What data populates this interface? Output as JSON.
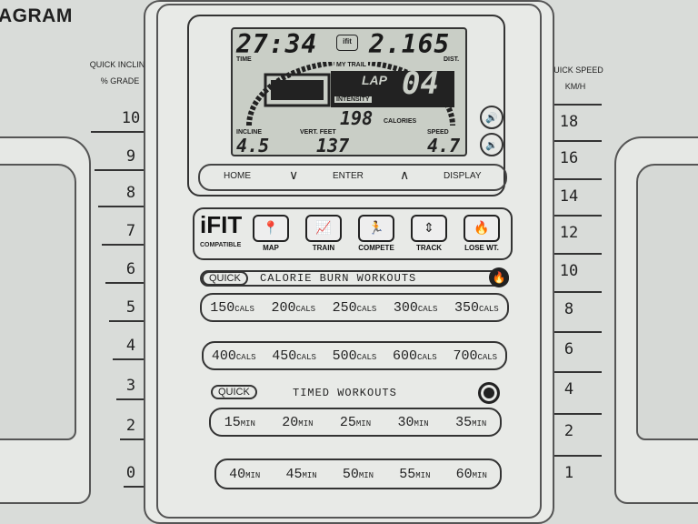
{
  "heading": "AGRAM",
  "background_text": [],
  "incline_scale": {
    "title": "QUICK INCLINE",
    "subtitle": "% GRADE",
    "values": [
      "10",
      "9",
      "8",
      "7",
      "6",
      "5",
      "4",
      "3",
      "2",
      "0"
    ]
  },
  "speed_scale": {
    "title": "QUICK SPEED",
    "subtitle": "KM/H",
    "values": [
      "18",
      "16",
      "14",
      "12",
      "10",
      "8",
      "6",
      "4",
      "2",
      "1"
    ]
  },
  "display": {
    "time": "27:34",
    "time_label": "TIME",
    "distance": "2.165",
    "distance_label": "DIST.",
    "logo": "ifit",
    "my_trail": "MY TRAIL",
    "lap_label": "LAP",
    "lap": "04",
    "intensity_label": "INTENSITY",
    "calories": "198",
    "calories_label": "CALORIES",
    "incline_label": "INCLINE",
    "incline": "4.5",
    "vert_feet_label": "VERT. FEET",
    "vert_feet": "137",
    "speed_label": "SPEED",
    "speed": "4.7"
  },
  "nav": {
    "home": "HOME",
    "down": "∨",
    "enter": "ENTER",
    "up": "∧",
    "display": "DISPLAY"
  },
  "ifit": {
    "logo": "iFIT",
    "compatible": "COMPATIBLE",
    "buttons": [
      {
        "label": "MAP",
        "icon": "map-pin-icon"
      },
      {
        "label": "TRAIN",
        "icon": "train-icon"
      },
      {
        "label": "COMPETE",
        "icon": "runner-icon"
      },
      {
        "label": "TRACK",
        "icon": "track-icon"
      },
      {
        "label": "LOSE WT.",
        "icon": "flame-icon"
      }
    ]
  },
  "calorie_workouts": {
    "quick": "QUICK",
    "title": "CALORIE BURN WORKOUTS",
    "unit": "CALS",
    "row1": [
      "150",
      "200",
      "250",
      "300",
      "350"
    ],
    "row2": [
      "400",
      "450",
      "500",
      "600",
      "700"
    ]
  },
  "timed_workouts": {
    "quick": "QUICK",
    "title": "TIMED WORKOUTS",
    "unit": "MIN",
    "row1": [
      "15",
      "20",
      "25",
      "30",
      "35"
    ],
    "row2": [
      "40",
      "45",
      "50",
      "55",
      "60"
    ]
  }
}
